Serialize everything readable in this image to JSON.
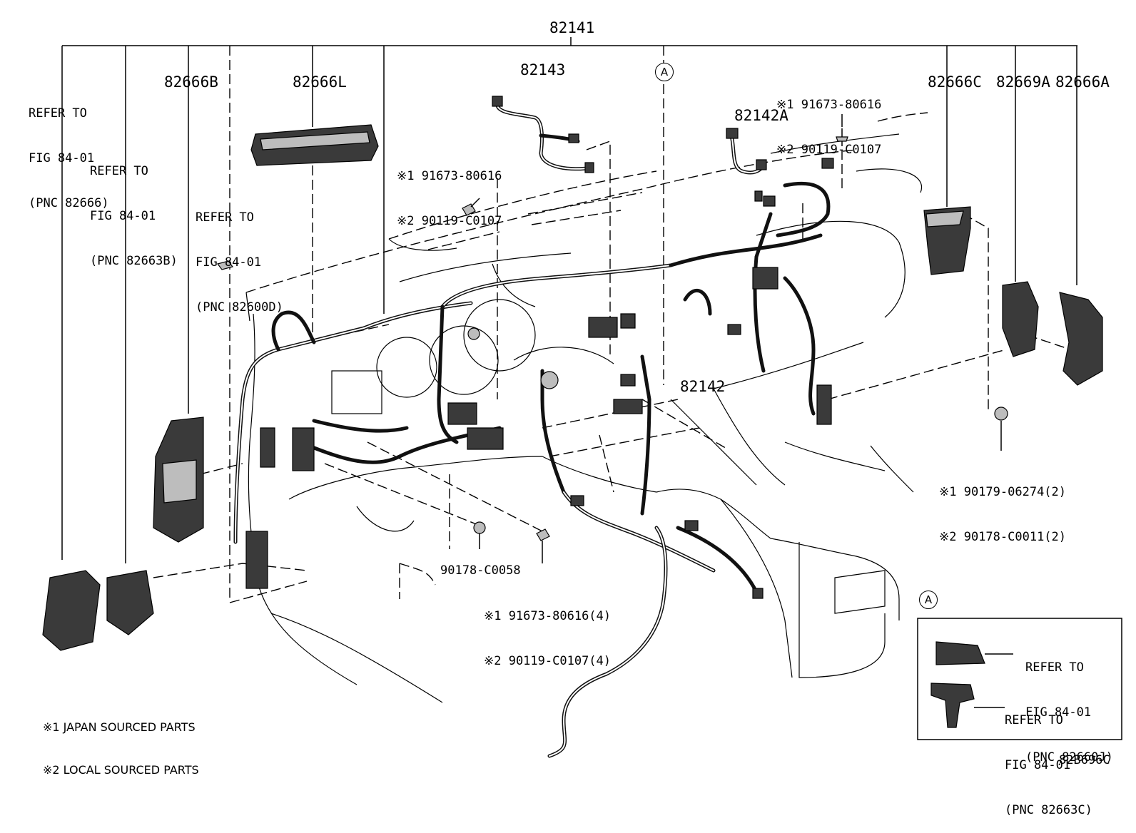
{
  "labels": {
    "main_harness": "82141",
    "harness_82143": "82143",
    "harness_82142A": "82142A",
    "harness_82142": "82142",
    "part_82666B": "82666B",
    "part_82666L": "82666L",
    "part_82666C": "82666C",
    "part_82669A": "82669A",
    "part_82666A": "82666A",
    "clip_90178": "90178-C0058",
    "diagram_code": "82B696C",
    "circle_a": "A"
  },
  "refers": {
    "ref1": [
      "REFER TO",
      "FIG 84-01",
      "(PNC 82666)"
    ],
    "ref2": [
      "REFER TO",
      "FIG 84-01",
      "(PNC 82663B)"
    ],
    "ref3": [
      "REFER TO",
      "FIG 84-01",
      "(PNC 82600D)"
    ],
    "inset1": [
      "REFER TO",
      "FIG 84-01",
      "(PNC 82660J)"
    ],
    "inset2": [
      "REFER TO",
      "FIG 84-01",
      "(PNC 82663C)"
    ]
  },
  "fasteners": {
    "top_right": [
      "※1 91673-80616",
      "※2 90119-C0107"
    ],
    "center_top": [
      "※1 91673-80616",
      "※2 90119-C0107"
    ],
    "right_nut": [
      "※1 90179-06274(2)",
      "※2 90178-C0011(2)"
    ],
    "bottom_bolt": [
      "※1 91673-80616(4)",
      "※2 90119-C0107(4)"
    ]
  },
  "notes": [
    "※1 JAPAN SOURCED PARTS",
    "※2 LOCAL SOURCED PARTS"
  ]
}
